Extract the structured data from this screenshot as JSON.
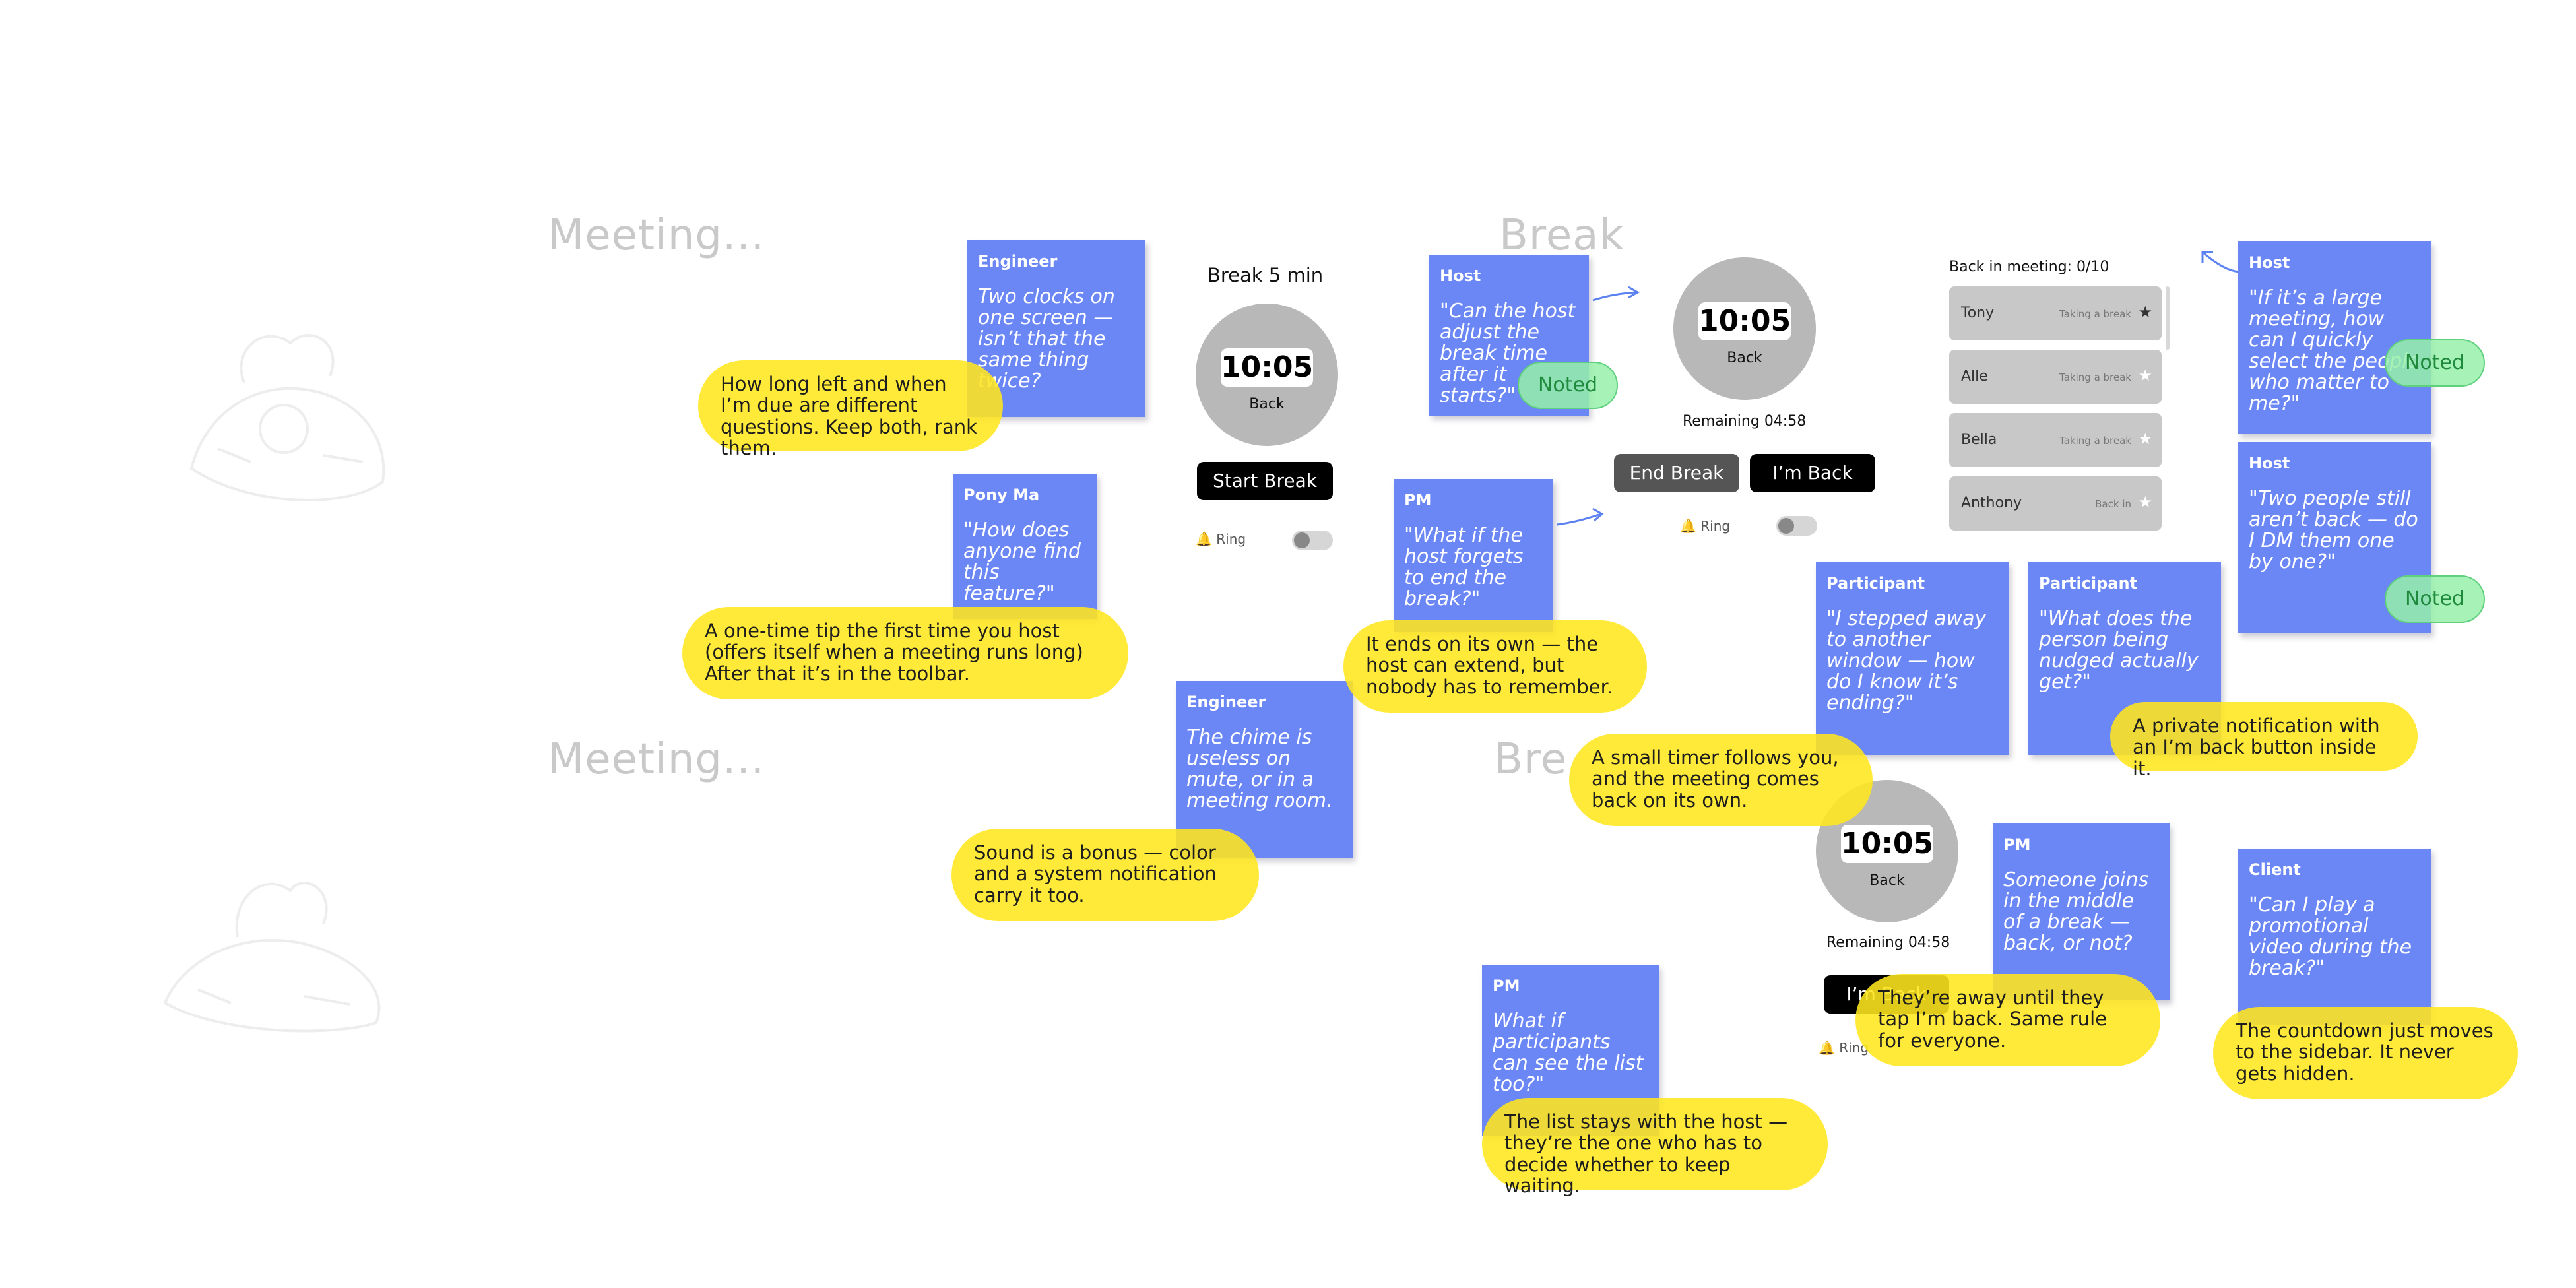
{
  "titles": {
    "meeting_top": "Meeting...",
    "break_top": "Break",
    "meeting_bottom": "Meeting...",
    "break_bottom": "Bre"
  },
  "colors": {
    "sticky_note": "#6b87f5",
    "comment_bubble": "#ffe61e",
    "noted_badge": "#96f0aa",
    "clock": "#b8b8b8",
    "primary_button": "#000000",
    "secondary_button": "#555555",
    "arrow": "#5b82f0"
  },
  "screen1": {
    "heading": "Break 5 min",
    "clock_time": "10:05",
    "clock_label": "Back",
    "start_button": "Start Break",
    "ring_label": "Ring",
    "ring_icon": "bell-icon"
  },
  "screen2": {
    "clock_time": "10:05",
    "clock_label": "Back",
    "remaining": "Remaining 04:58",
    "end_button": "End Break",
    "back_button": "I’m Back",
    "ring_label": "Ring"
  },
  "screen3": {
    "clock_time": "10:05",
    "clock_label": "Back",
    "remaining": "Remaining 04:58",
    "back_button": "I’m Back",
    "ring_label": "Ring"
  },
  "participants": {
    "header": "Back in meeting: 0/10",
    "rows": [
      {
        "name": "Tony",
        "status": "Taking a break"
      },
      {
        "name": "Alle",
        "status": "Taking a break"
      },
      {
        "name": "Bella",
        "status": "Taking a break"
      },
      {
        "name": "Anthony",
        "status": "Back in"
      }
    ]
  },
  "notes": [
    {
      "role": "Engineer",
      "quote": "Two clocks on one screen — isn’t that the same thing twice?"
    },
    {
      "role": "Pony Ma",
      "quote": "\"How does anyone find this feature?\""
    },
    {
      "role": "Host",
      "quote": "\"Can the host adjust the break time after it starts?\""
    },
    {
      "role": "PM",
      "quote": "\"What if the host forgets to end the break?\""
    },
    {
      "role": "Engineer",
      "quote": "The chime is useless on mute, or in a meeting room."
    },
    {
      "role": "Host",
      "quote": "\"If it’s a large meeting, how can I quickly select the people who matter to me?\""
    },
    {
      "role": "Host",
      "quote": "\"Two people still aren’t back — do I DM them one by one?\""
    },
    {
      "role": "Participant",
      "quote": "\"I stepped away to another window — how do I know it’s ending?\""
    },
    {
      "role": "Participant",
      "quote": "\"What does the person being nudged actually get?\""
    },
    {
      "role": "PM",
      "quote": "Someone joins in the middle of a break — back, or not?"
    },
    {
      "role": "Client",
      "quote": "\"Can I play a promotional video during the break?\""
    },
    {
      "role": "PM",
      "quote": "What if participants can see the list too?\""
    }
  ],
  "bubbles": [
    "How long left and when I’m due are different questions. Keep both, rank them.",
    "A one-time tip the first time you host (offers itself when a meeting runs long) After that it’s in the toolbar.",
    "It ends on its own — the host can extend, but nobody has to remember.",
    "Sound is a bonus — color and a system notification carry it too.",
    "A small timer follows you, and the meeting comes back on its own.",
    "A private notification with an I’m back button inside it.",
    "They’re away until they tap I’m back. Same rule for everyone.",
    "The countdown just moves to the sidebar. It never gets hidden.",
    "The list stays with the host — they’re the one who has to decide whether to keep waiting."
  ],
  "noted_label": "Noted"
}
